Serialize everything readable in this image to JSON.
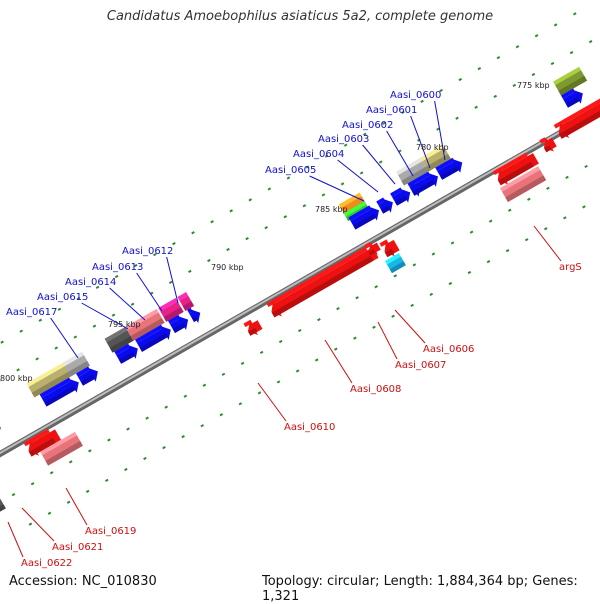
{
  "title": "Candidatus Amoebophilus asiaticus 5a2, complete genome",
  "footer": {
    "accession": "Accession: NC_010830",
    "summary": "Topology: circular; Length: 1,884,364 bp; Genes: 1,321"
  },
  "colors": {
    "backbone": "#888888",
    "tick": "#2e8b2e",
    "forward_label": "#1010cc",
    "reverse_label": "#cc1010",
    "gene_blue": "#0a0aee",
    "gene_red": "#ee1111",
    "gene_pink": "#e8737a",
    "gene_magenta": "#e8208a",
    "gene_khaki": "#b9b06e",
    "gene_gray": "#aaaaaa",
    "gene_dark": "#555555",
    "gene_orange": "#f08c1c",
    "gene_green": "#2ecc2e",
    "gene_cyan": "#19b6ea",
    "gene_olive": "#7e9a2e"
  },
  "ticks": [
    "775 kbp",
    "780 kbp",
    "785 kbp",
    "790 kbp",
    "795 kbp",
    "800 kbp"
  ],
  "forward_labels": [
    "Aasi_0600",
    "Aasi_0601",
    "Aasi_0602",
    "Aasi_0603",
    "Aasi_0604",
    "Aasi_0605",
    "Aasi_0612",
    "Aasi_0613",
    "Aasi_0614",
    "Aasi_0615",
    "Aasi_0617"
  ],
  "reverse_labels": [
    "argS",
    "Aasi_0606",
    "Aasi_0607",
    "Aasi_0608",
    "Aasi_0610",
    "Aasi_0619",
    "Aasi_0621",
    "Aasi_0622"
  ]
}
